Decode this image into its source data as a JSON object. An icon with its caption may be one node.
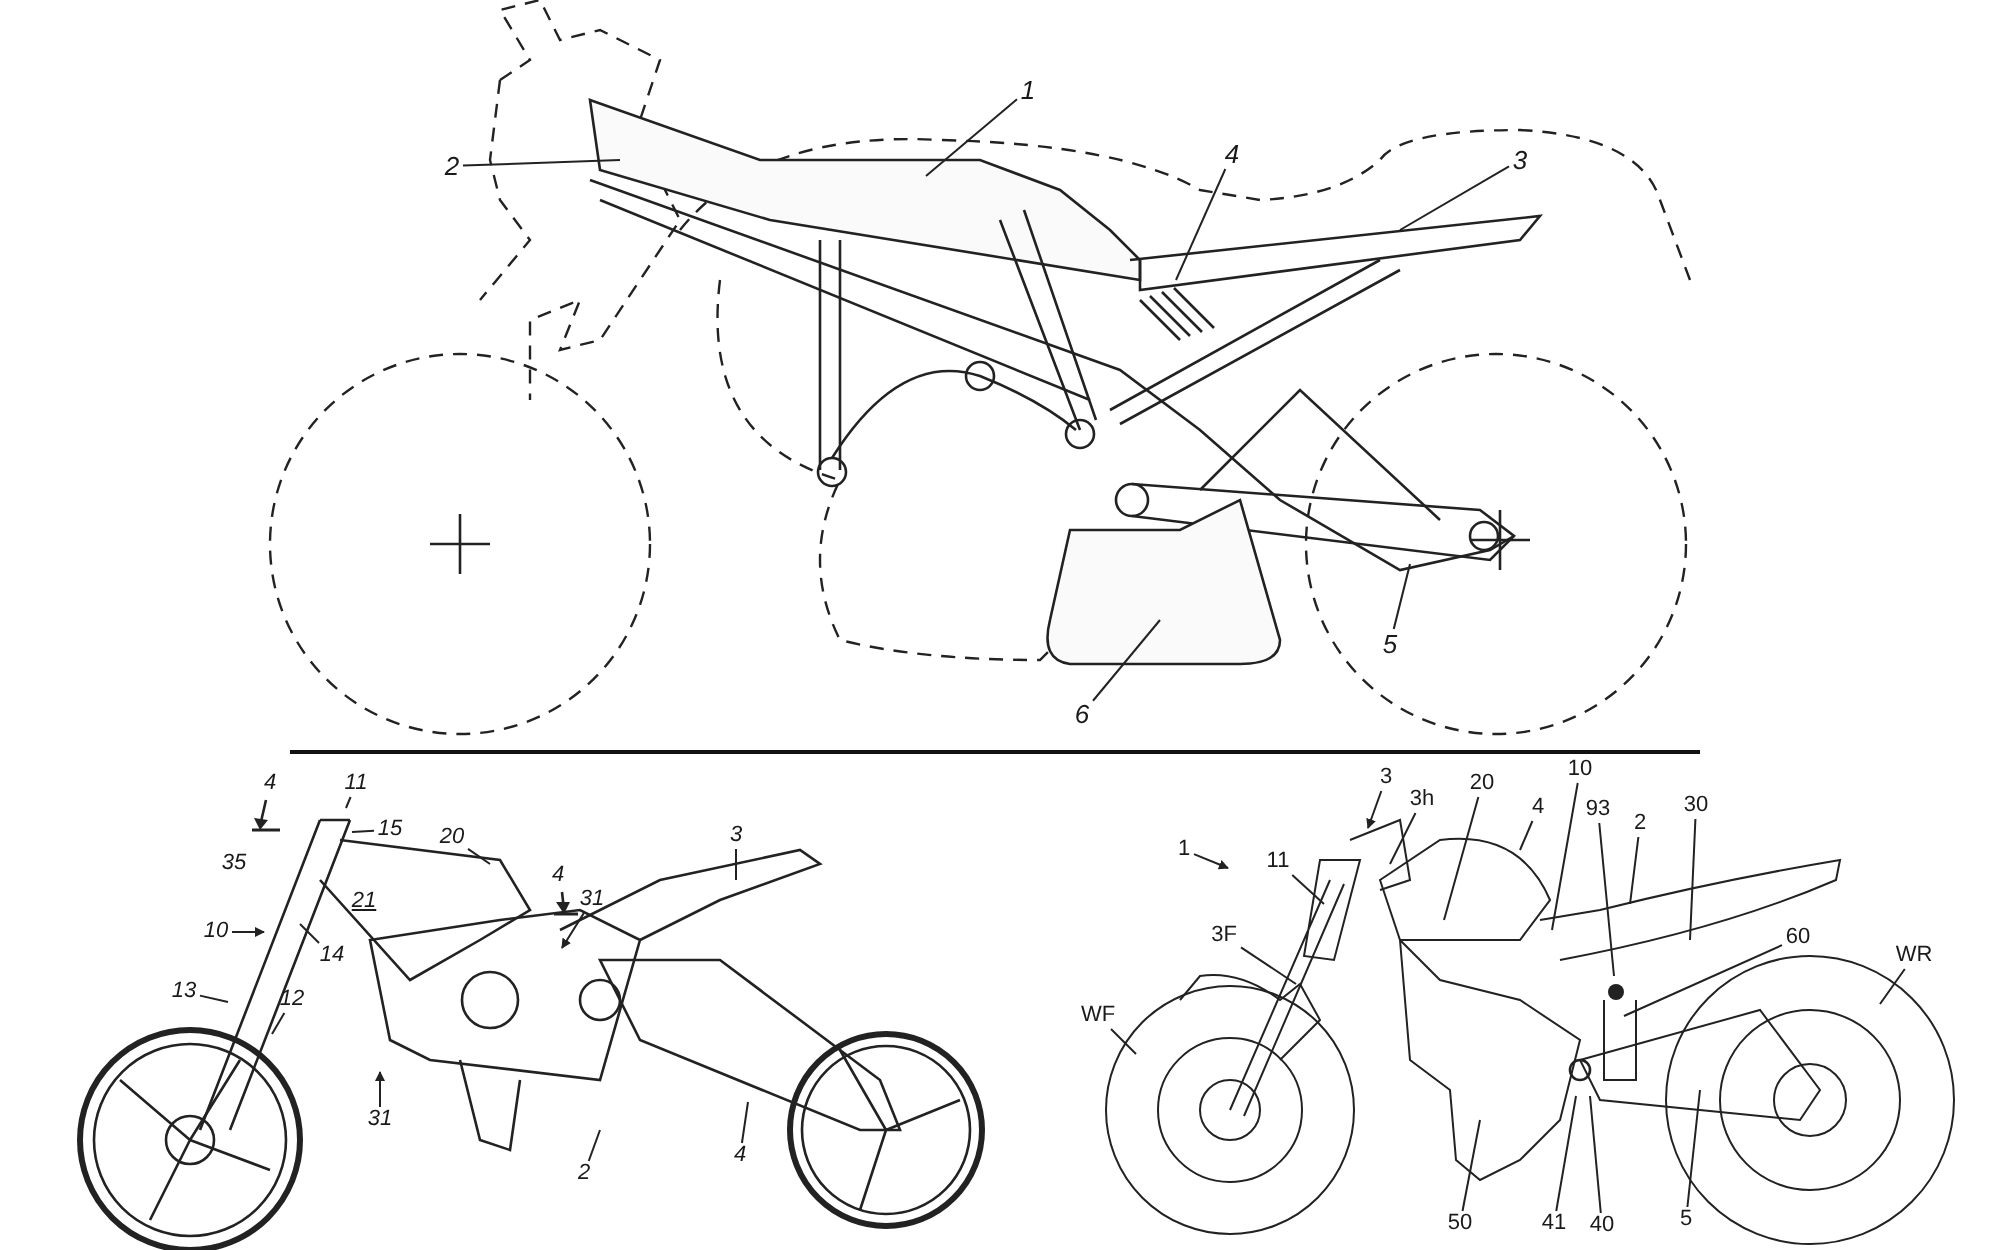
{
  "diagram": {
    "nodes": [
      {
        "text": [
          "2"
        ]
      },
      {
        "text": [
          "1"
        ]
      },
      {
        "text": [
          "4"
        ]
      },
      {
        "text": [
          "3"
        ]
      },
      {
        "text": [
          "5"
        ]
      },
      {
        "text": [
          "6"
        ]
      },
      {
        "text": [
          "11"
        ]
      },
      {
        "text": [
          "15"
        ]
      },
      {
        "text": [
          "20"
        ]
      },
      {
        "text": [
          "10"
        ]
      },
      {
        "text": [
          "14"
        ]
      },
      {
        "text": [
          "13"
        ]
      },
      {
        "text": [
          "12"
        ]
      },
      {
        "text": [
          "31"
        ]
      },
      {
        "text": [
          "31"
        ]
      },
      {
        "text": [
          "2"
        ]
      },
      {
        "text": [
          "3"
        ]
      },
      {
        "text": [
          "4"
        ]
      },
      {
        "text": [
          "3"
        ]
      },
      {
        "text": [
          "3h"
        ]
      },
      {
        "text": [
          "20"
        ]
      },
      {
        "text": [
          "10"
        ]
      },
      {
        "text": [
          "1"
        ]
      },
      {
        "text": [
          "4"
        ]
      },
      {
        "text": [
          "93"
        ]
      },
      {
        "text": [
          "2"
        ]
      },
      {
        "text": [
          "30"
        ]
      },
      {
        "text": [
          "11"
        ]
      },
      {
        "text": [
          "3F"
        ]
      },
      {
        "text": [
          "60"
        ]
      },
      {
        "text": [
          "WR"
        ]
      },
      {
        "text": [
          "WF"
        ]
      },
      {
        "text": [
          "41"
        ]
      },
      {
        "text": [
          "40"
        ]
      },
      {
        "text": [
          "5"
        ]
      },
      {
        "text": [
          "50"
        ]
      }
    ],
    "edges": [
      {
        "from": 0,
        "to": null,
        "arrow": "none"
      },
      {
        "from": 1,
        "to": null,
        "arrow": "none"
      },
      {
        "from": 2,
        "to": null,
        "arrow": "none"
      },
      {
        "from": 3,
        "to": null,
        "arrow": "none"
      },
      {
        "from": 4,
        "to": null,
        "arrow": "none"
      },
      {
        "from": 5,
        "to": null,
        "arrow": "none"
      },
      {
        "from": 6,
        "to": null,
        "arrow": "none"
      },
      {
        "from": 7,
        "to": null,
        "arrow": "none"
      },
      {
        "from": 8,
        "to": null,
        "arrow": "none"
      },
      {
        "from": 9,
        "to": null,
        "arrow": "to"
      },
      {
        "from": 10,
        "to": null,
        "arrow": "none"
      },
      {
        "from": 11,
        "to": null,
        "arrow": "none"
      },
      {
        "from": 12,
        "to": null,
        "arrow": "none"
      },
      {
        "from": 13,
        "to": null,
        "arrow": "to"
      },
      {
        "from": 14,
        "to": null,
        "arrow": "to"
      },
      {
        "from": 15,
        "to": null,
        "arrow": "none"
      },
      {
        "from": 16,
        "to": null,
        "arrow": "none"
      },
      {
        "from": 17,
        "to": null,
        "arrow": "none"
      },
      {
        "from": 18,
        "to": null,
        "arrow": "to"
      },
      {
        "from": 19,
        "to": null,
        "arrow": "none"
      },
      {
        "from": 20,
        "to": null,
        "arrow": "none"
      },
      {
        "from": 21,
        "to": null,
        "arrow": "none"
      },
      {
        "from": 22,
        "to": null,
        "arrow": "to"
      },
      {
        "from": 23,
        "to": null,
        "arrow": "none"
      },
      {
        "from": 24,
        "to": null,
        "arrow": "none"
      },
      {
        "from": 25,
        "to": null,
        "arrow": "none"
      },
      {
        "from": 26,
        "to": null,
        "arrow": "none"
      },
      {
        "from": 27,
        "to": null,
        "arrow": "none"
      },
      {
        "from": 28,
        "to": null,
        "arrow": "none"
      },
      {
        "from": 29,
        "to": null,
        "arrow": "none"
      },
      {
        "from": 30,
        "to": null,
        "arrow": "none"
      },
      {
        "from": 31,
        "to": null,
        "arrow": "none"
      },
      {
        "from": 32,
        "to": null,
        "arrow": "none"
      },
      {
        "from": 33,
        "to": null,
        "arrow": "none"
      },
      {
        "from": 34,
        "to": null,
        "arrow": "none"
      },
      {
        "from": 35,
        "to": null,
        "arrow": "none"
      }
    ],
    "labels": [
      "4",
      "35",
      "21",
      "4"
    ]
  }
}
